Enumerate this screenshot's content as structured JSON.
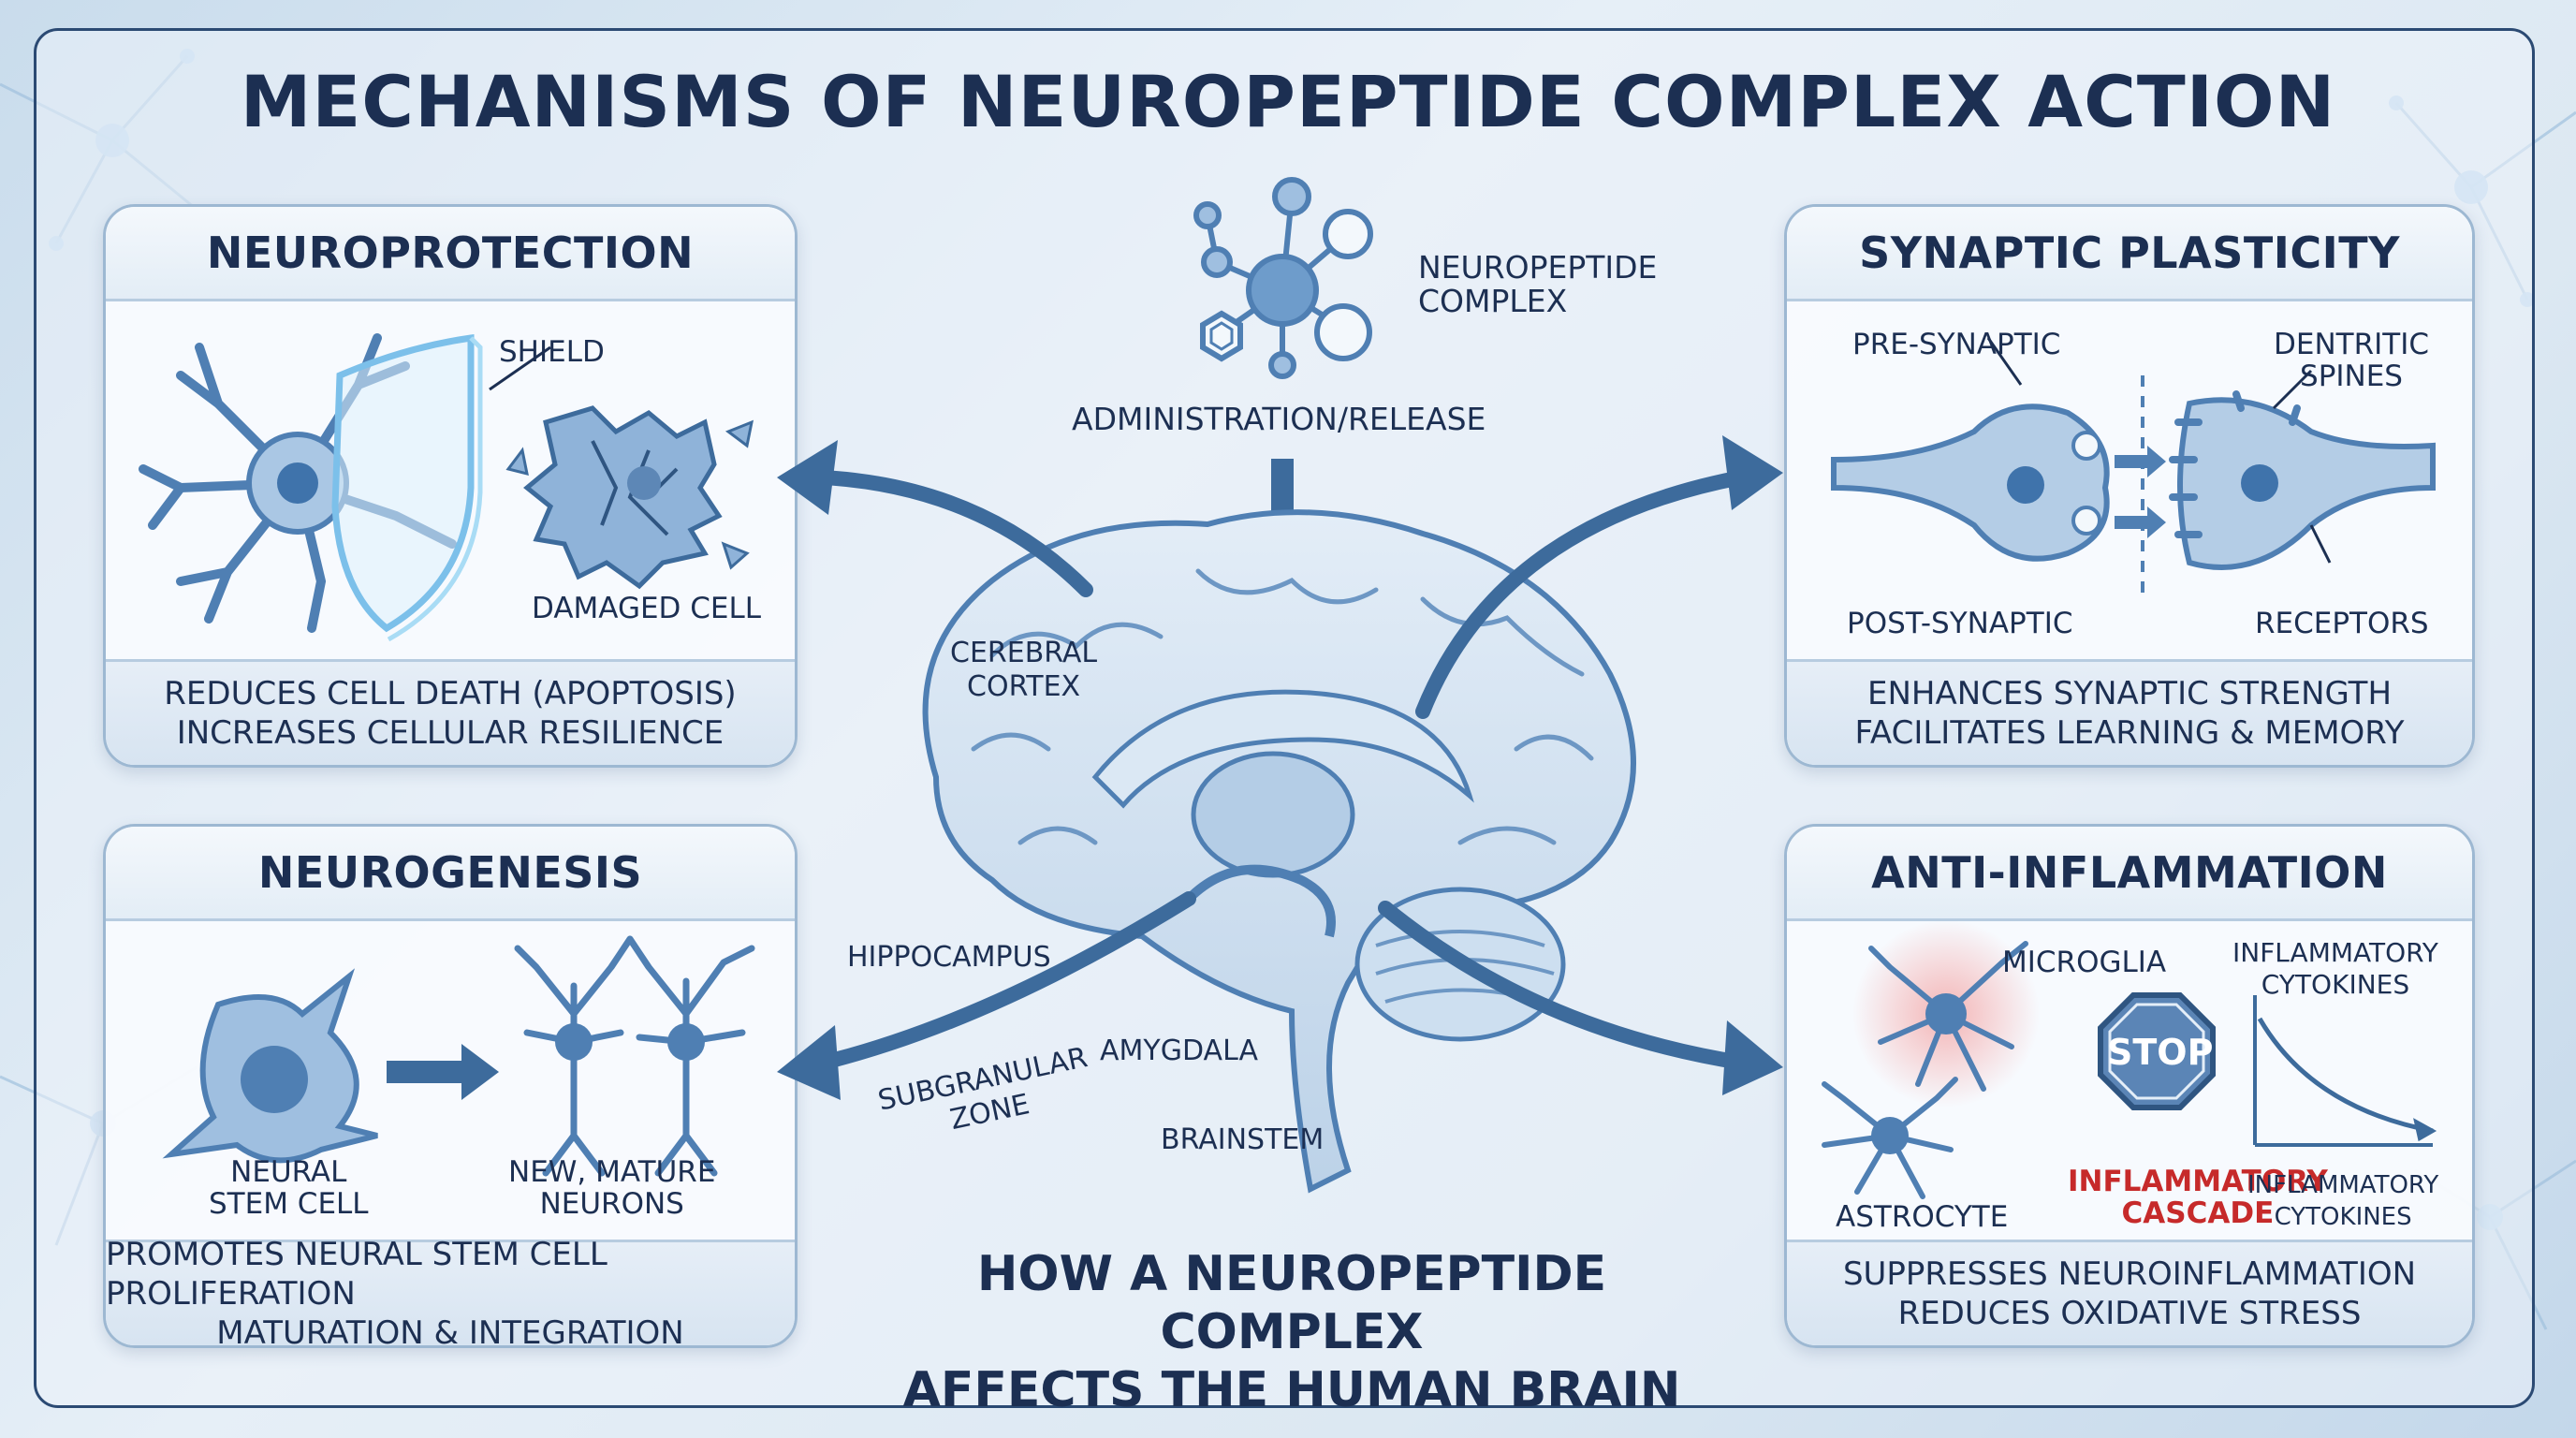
{
  "title": "MECHANISMS OF NEUROPEPTIDE COMPLEX ACTION",
  "center": {
    "molecule_label_line1": "NEUROPEPTIDE",
    "molecule_label_line2": "COMPLEX",
    "administration": "ADMINISTRATION/RELEASE",
    "cerebral_cortex_line1": "CEREBRAL",
    "cerebral_cortex_line2": "CORTEX",
    "hippocampus": "HIPPOCAMPUS",
    "subgranular_line1": "SUBGRANULAR",
    "subgranular_line2": "ZONE",
    "amygdala": "AMYGDALA",
    "brainstem": "BRAINSTEM",
    "caption_line1": "HOW A NEUROPEPTIDE COMPLEX",
    "caption_line2": "AFFECTS THE HUMAN BRAIN"
  },
  "panels": {
    "neuroprotection": {
      "title": "NEUROPROTECTION",
      "shield": "SHIELD",
      "damaged_cell": "DAMAGED CELL",
      "footer_line1": "REDUCES CELL DEATH (APOPTOSIS)",
      "footer_line2": "INCREASES CELLULAR RESILIENCE"
    },
    "synaptic_plasticity": {
      "title": "SYNAPTIC PLASTICITY",
      "pre_synaptic": "PRE-SYNAPTIC",
      "dendritic_line1": "DENTRITIC",
      "dendritic_line2": "SPINES",
      "post_synaptic": "POST-SYNAPTIC",
      "receptors": "RECEPTORS",
      "footer_line1": "ENHANCES SYNAPTIC STRENGTH",
      "footer_line2": "FACILITATES LEARNING & MEMORY"
    },
    "neurogenesis": {
      "title": "NEUROGENESIS",
      "stem_line1": "NEURAL",
      "stem_line2": "STEM CELL",
      "mature_line1": "NEW, MATURE",
      "mature_line2": "NEURONS",
      "footer_line1": "PROMOTES NEURAL STEM CELL PROLIFERATION",
      "footer_line2": "MATURATION & INTEGRATION"
    },
    "anti_inflammation": {
      "title": "ANTI-INFLAMMATION",
      "microglia": "MICROGLIA",
      "astrocyte": "ASTROCYTE",
      "stop": "STOP",
      "cascade_line1": "INFLAMMATORY",
      "cascade_line2": "CASCADE",
      "cytokines_top_line1": "INFLAMMATORY",
      "cytokines_top_line2": "CYTOKINES",
      "cytokines_bottom_line1": "INFLAMMATORY",
      "cytokines_bottom_line2": "CYTOKINES",
      "footer_line1": "SUPPRESSES NEUROINFLAMMATION",
      "footer_line2": "REDUCES OXIDATIVE STRESS"
    }
  },
  "colors": {
    "title": "#1c2f52",
    "neuron_blue": "#5b8fc4",
    "arrow_blue": "#3d6b9c",
    "alert_red": "#c62a2a"
  }
}
